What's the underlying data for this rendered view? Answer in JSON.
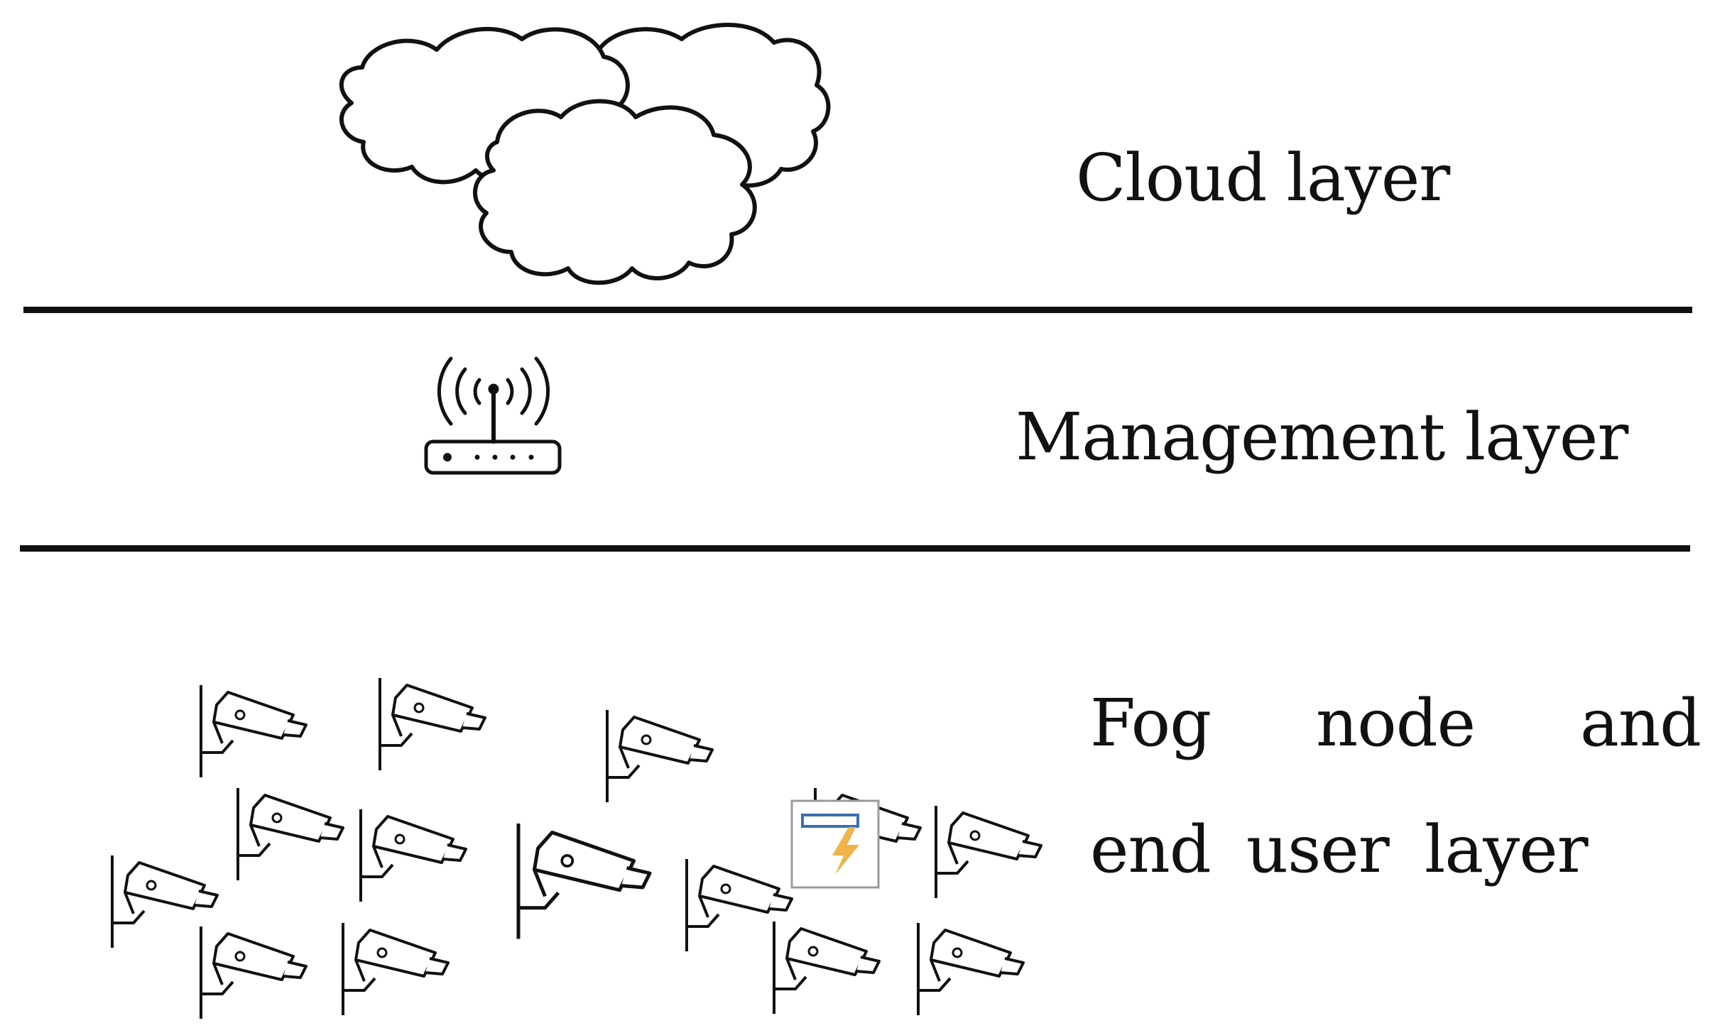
{
  "layers": {
    "cloud": {
      "label": "Cloud layer",
      "icon": "cloud-icon"
    },
    "management": {
      "label": "Management layer",
      "icon": "wifi-router-icon"
    },
    "fog": {
      "label": "Fog node and end user layer",
      "icon": "surveillance-camera-icon"
    }
  },
  "colors": {
    "stroke": "#111111",
    "placeholder_frame": "#9a9a9a",
    "placeholder_bar": "#3b6fb0",
    "placeholder_bolt": "#f0b24a"
  }
}
